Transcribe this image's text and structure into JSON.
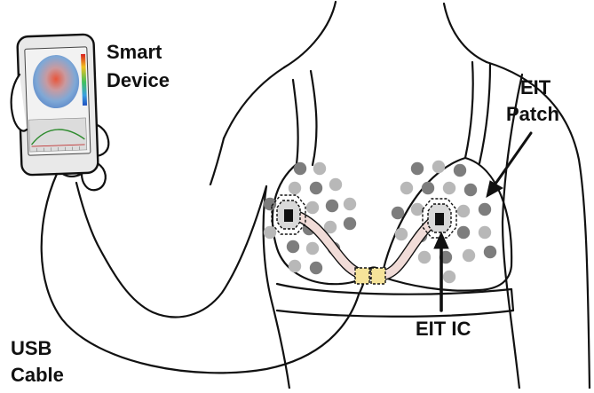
{
  "labels": {
    "smart": "Smart",
    "device": "Device",
    "eit_top": "EIT",
    "patch": "Patch",
    "eit_ic": "EIT IC",
    "usb": "USB",
    "cable": "Cable"
  },
  "colors": {
    "line": "#111111",
    "electrode_dark": "#7d7d7d",
    "electrode_light": "#b8b8b8",
    "trace_fill": "#f1dcd8",
    "connector_fill": "#f6e39a",
    "phone_body": "#e9e9e9",
    "phone_screen": "#f2f2f2"
  },
  "icons": {
    "phone": "smartphone-icon",
    "ic_chip": "chip-icon"
  }
}
